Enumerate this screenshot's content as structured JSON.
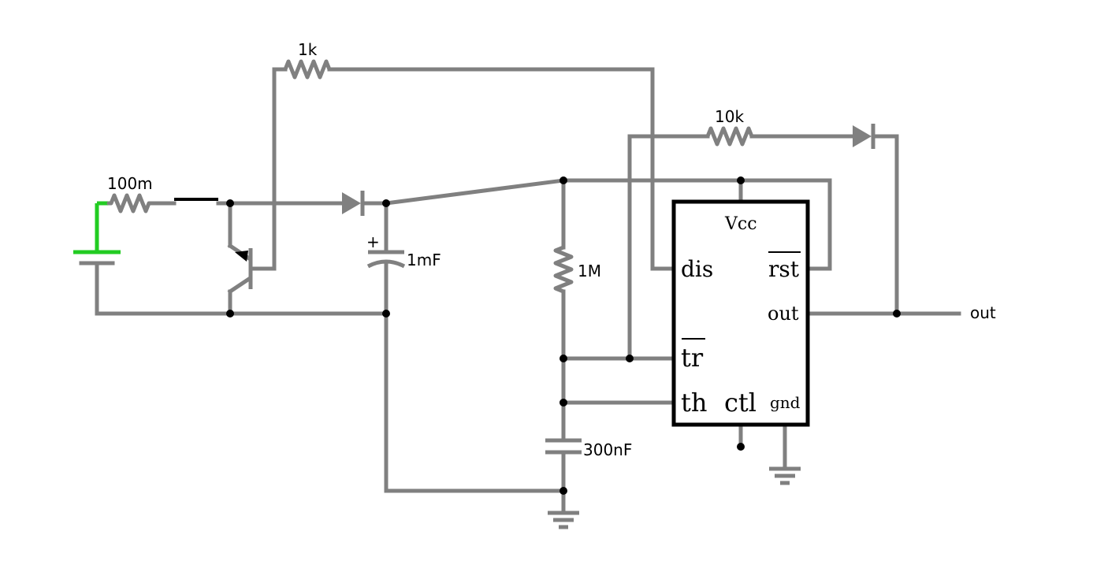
{
  "colors": {
    "wire": "#808080",
    "active_wire": "#22cc22",
    "switch": "#000000",
    "chip_outline": "#000000",
    "background": "#ffffff"
  },
  "components": {
    "r_source": {
      "value": "100m"
    },
    "r_feedback": {
      "value": "1k"
    },
    "r_top": {
      "value": "10k"
    },
    "c_main": {
      "value": "1mF",
      "polarity": "+"
    },
    "r_timing": {
      "value": "1M"
    },
    "c_timing": {
      "value": "300nF"
    },
    "output": {
      "label": "out"
    }
  },
  "chip": {
    "vcc": "Vcc",
    "dis": "dis",
    "rst": "rst",
    "out": "out",
    "tr": "tr",
    "th": "th",
    "ctl": "ctl",
    "gnd": "gnd"
  }
}
